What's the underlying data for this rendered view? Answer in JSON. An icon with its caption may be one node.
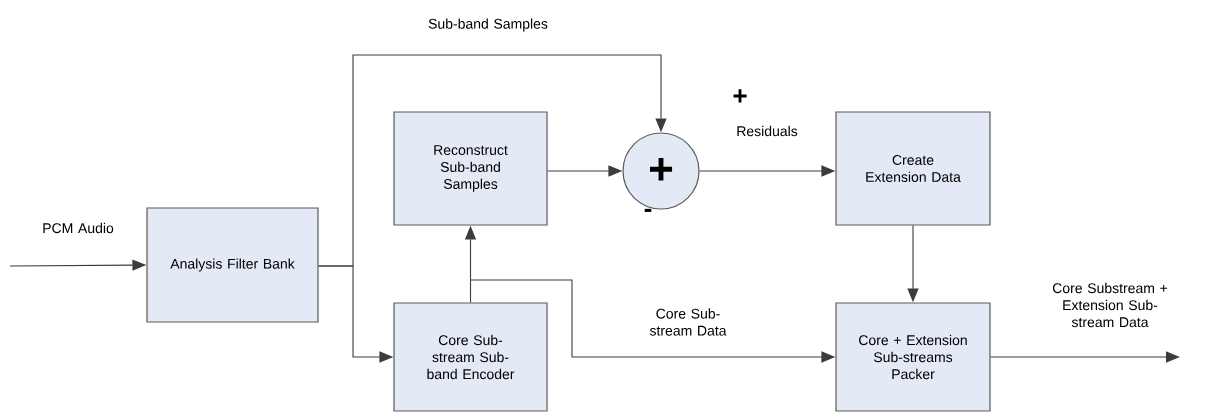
{
  "diagram": {
    "nodes": [
      {
        "text": [
          "Analysis Filter Bank"
        ]
      },
      {
        "text": [
          "Reconstruct Sub-band Samples"
        ]
      },
      {
        "text": [
          "+"
        ]
      },
      {
        "text": [
          "Create Extension Data"
        ]
      },
      {
        "text": [
          "Core Sub-stream Sub-band Encoder"
        ]
      },
      {
        "text": [
          "Core + Extension Sub-streams Packer"
        ]
      }
    ],
    "edges": [
      {
        "from": null,
        "to": 0,
        "arrow": "to",
        "label": "PCM Audio"
      },
      {
        "from": 0,
        "to": 2,
        "arrow": "to",
        "label": "Sub-band Samples"
      },
      {
        "from": 0,
        "to": 4,
        "arrow": "to"
      },
      {
        "from": 4,
        "to": 1,
        "arrow": "to"
      },
      {
        "from": 4,
        "to": 5,
        "arrow": "to",
        "label": "Core Sub-stream Data"
      },
      {
        "from": 1,
        "to": 2,
        "arrow": "to"
      },
      {
        "from": 2,
        "to": 3,
        "arrow": "to",
        "label": "Residuals"
      },
      {
        "from": 3,
        "to": 5,
        "arrow": "to"
      },
      {
        "from": 5,
        "to": null,
        "arrow": "to",
        "label": "Core Substream + Extension Sub-stream Data"
      }
    ],
    "labels": [
      "+",
      "-"
    ]
  }
}
